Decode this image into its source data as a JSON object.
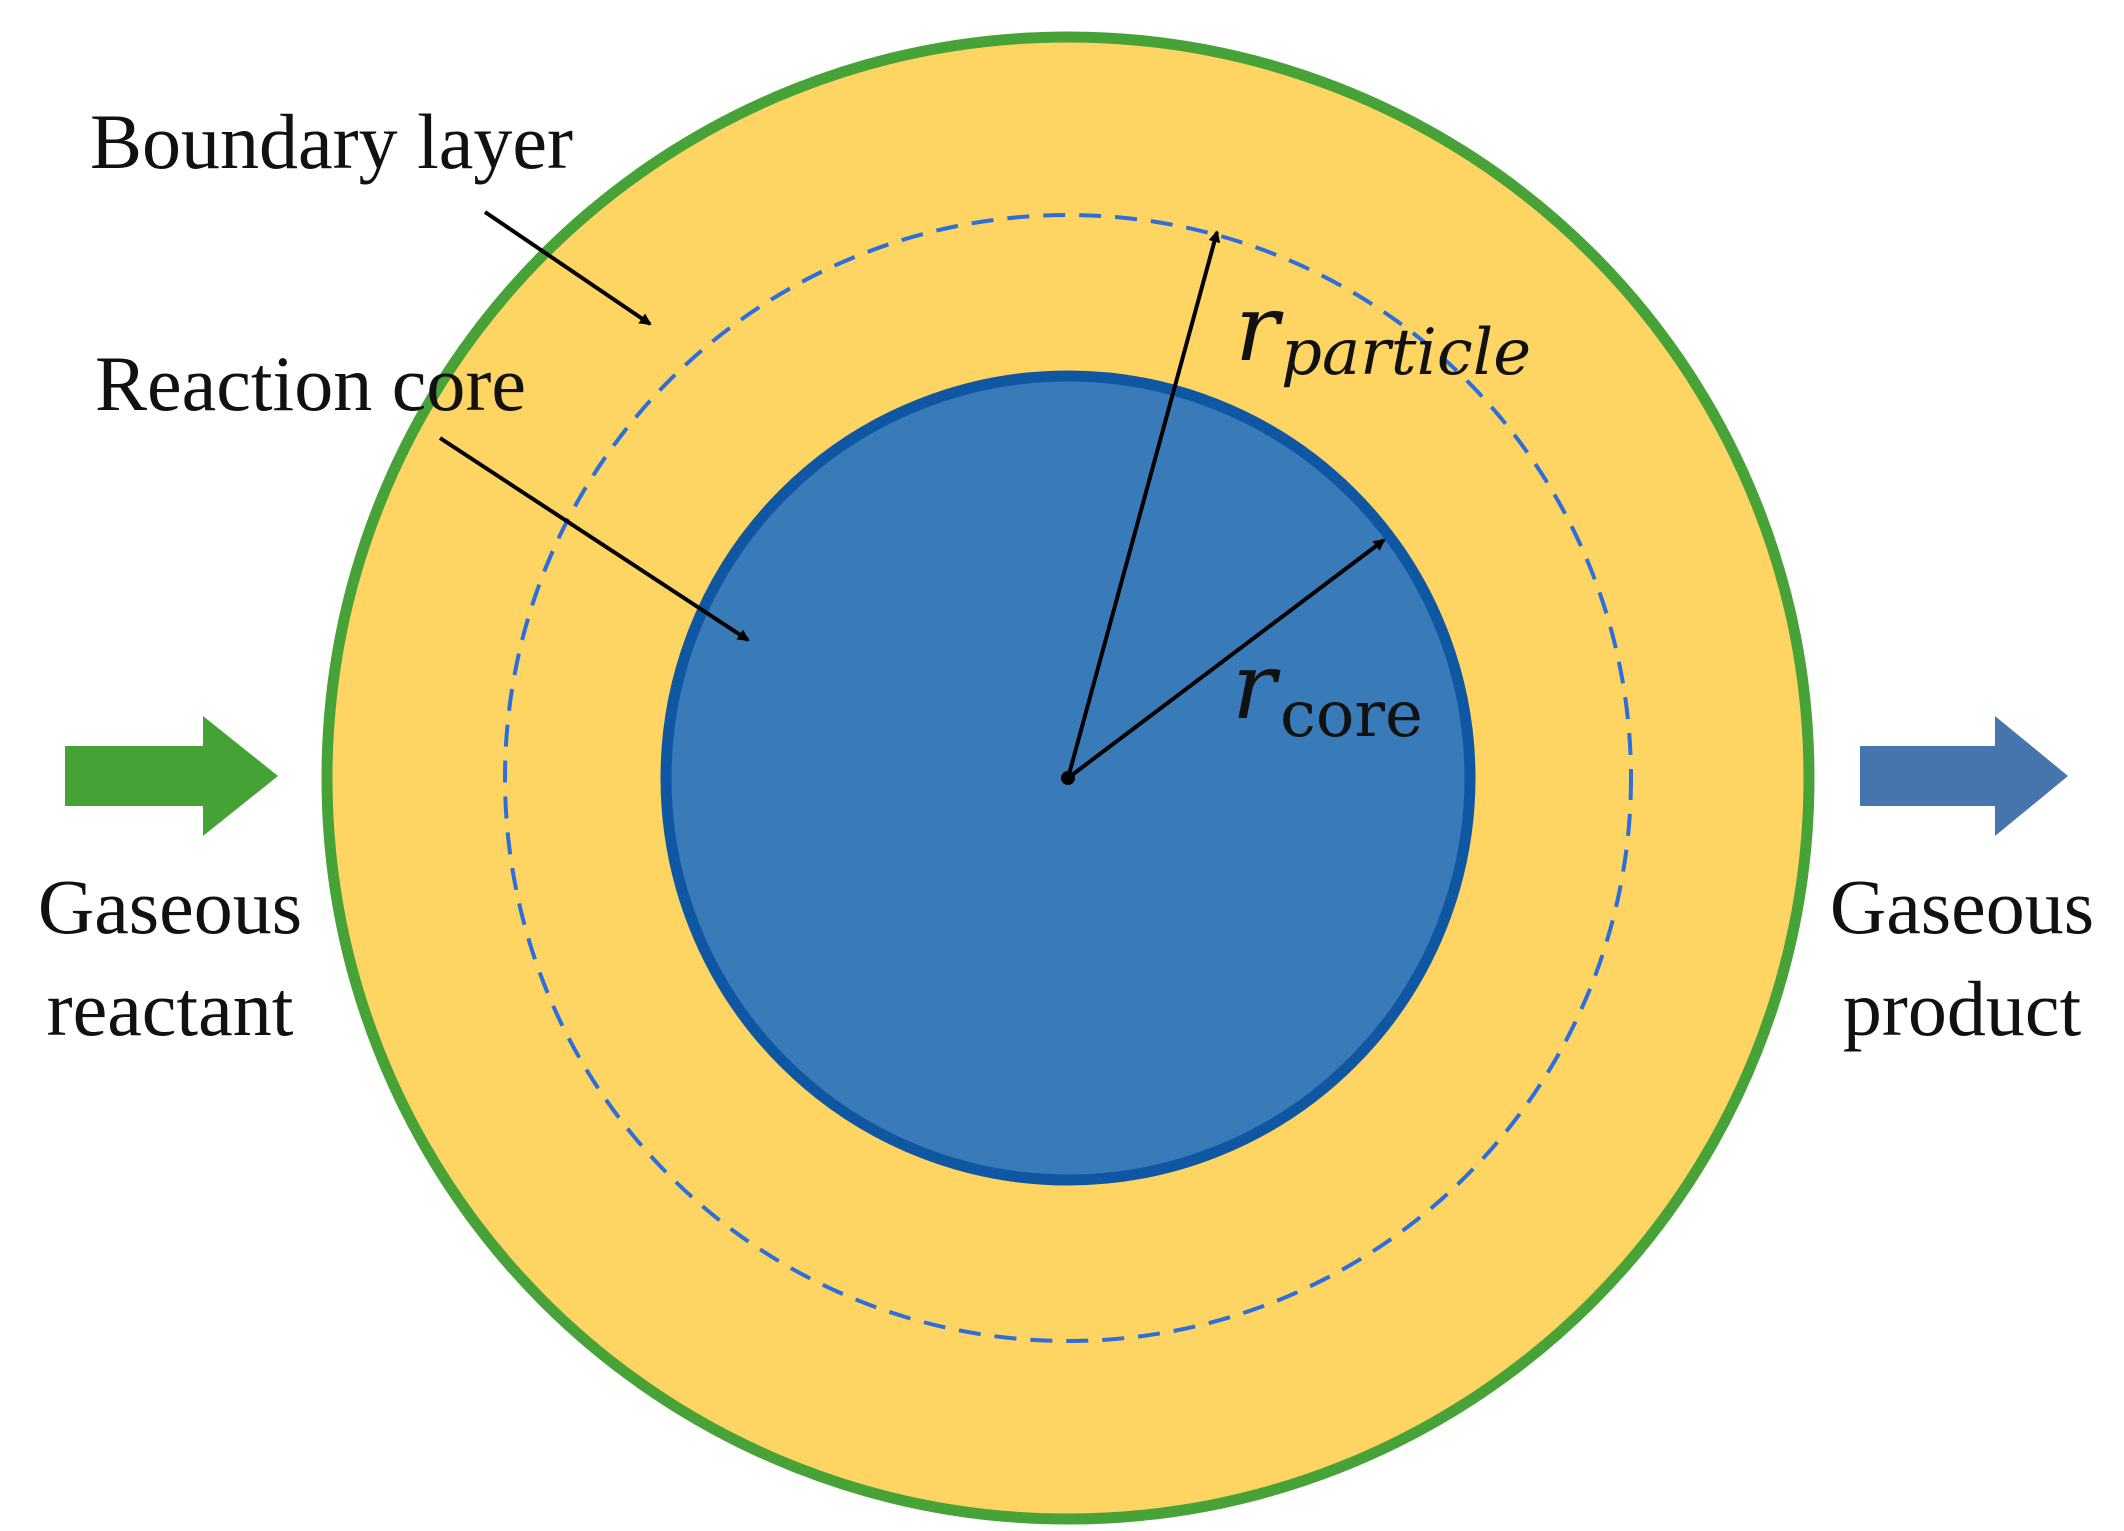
{
  "colors": {
    "particle_fill": "#FED462",
    "particle_outline": "#47A238",
    "core_fill": "#397AB8",
    "core_outline": "#0F57A3",
    "boundary_dash": "#2C6EDB",
    "reactant_arrow": "#45A335",
    "product_arrow": "#4675AE",
    "annotation_arrow": "#000000"
  },
  "labels": {
    "boundary_layer": "Boundary layer",
    "reaction_core": "Reaction core",
    "r_particle_symbol": "r",
    "r_particle_subscript": "particle",
    "r_core_symbol": "r",
    "r_core_subscript": "core",
    "reactant_line1": "Gaseous",
    "reactant_line2": "reactant",
    "product_line1": "Gaseous",
    "product_line2": "product"
  },
  "icons": {
    "reactant_arrow": "right-arrow-icon",
    "product_arrow": "right-arrow-icon"
  }
}
